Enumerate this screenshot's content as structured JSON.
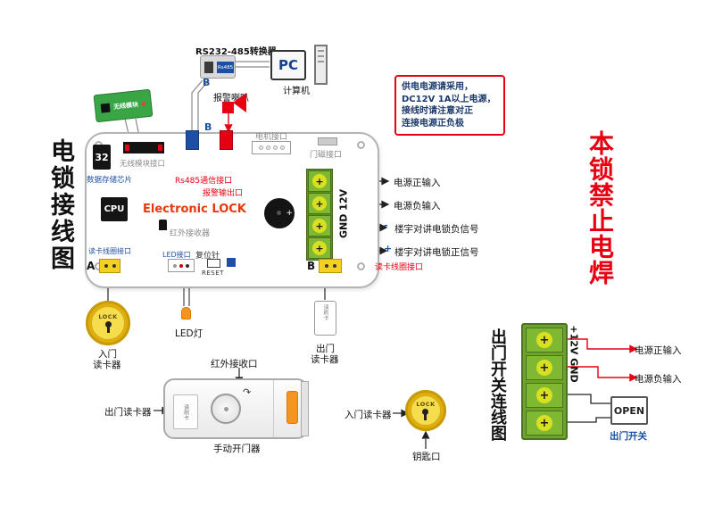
{
  "left_title": "电锁接线图",
  "right_warning": "本锁禁止电焊",
  "top_area": {
    "converter_label": "RS232-485转换器",
    "converter_chip": "Rs485",
    "converter_b": "B",
    "pc": "PC",
    "computer_label": "计算机",
    "alarm_speaker_label": "报警喇叭",
    "wireless_module": "无线模块"
  },
  "notice": {
    "line1": "供电电源请采用，",
    "line2": "DC12V 1A以上电源，",
    "line3": "接线时请注意对正",
    "line4": "连接电源正负极"
  },
  "board": {
    "chip32": "32",
    "data_chip_label": "数据存储芯片",
    "wireless_if_label": "无线模块接口",
    "port_b": "B",
    "rs485_label": "Rs485通信接口",
    "alarm_out_label": "报警输出口",
    "motor_label": "电机接口",
    "door_magnet_label": "门磁接口",
    "brand_electronic": "Electronic",
    "brand_lock": "LOCK",
    "cpu": "CPU",
    "ir_label": "红外接收器",
    "coil_a_label": "读卡线圈接口",
    "led_if_label": "LED接口",
    "reset_label": "复位针",
    "reset_text": "RESET",
    "port_a": "A",
    "port_b2": "B",
    "coil_b_label": "读卡线圈接口",
    "gnd_12v": "GND 12V",
    "terminal_plus": "+"
  },
  "board_right_labels": {
    "power_pos": "电源正输入",
    "power_neg": "电源负输入",
    "intercom_neg_mark": "-",
    "intercom_neg": "楼宇对讲电锁负信号",
    "intercom_pos_mark": "+",
    "intercom_pos": "楼宇对讲电锁正信号"
  },
  "bottom": {
    "entry_reader_line1": "入门",
    "entry_reader_line2": "读卡器",
    "lock_text": "LOCK",
    "led_label": "LED灯",
    "exit_reader_line1": "出门",
    "exit_reader_line2": "读卡器",
    "swipe_text": "请刷卡",
    "ir_port_label": "红外接收口",
    "exit_reader_label": "出门读卡器",
    "manual_opener_label": "手动开门器",
    "entry_reader_label": "入门读卡器",
    "key_hole_label": "钥匙口"
  },
  "exit_switch": {
    "title": "出门开关连线图",
    "rail_label": "+12V GND",
    "power_pos": "电源正输入",
    "power_neg": "电源负输入",
    "open_button": "OPEN",
    "switch_label": "出门开关",
    "terminal_plus": "+"
  },
  "colors": {
    "accent_red": "#e60012",
    "accent_blue": "#1d50a2",
    "terminal_green": "#7fb832",
    "terminal_yellow": "#d9e021",
    "connector_yellow": "#f5d020",
    "bolt_orange": "#f7941d"
  }
}
